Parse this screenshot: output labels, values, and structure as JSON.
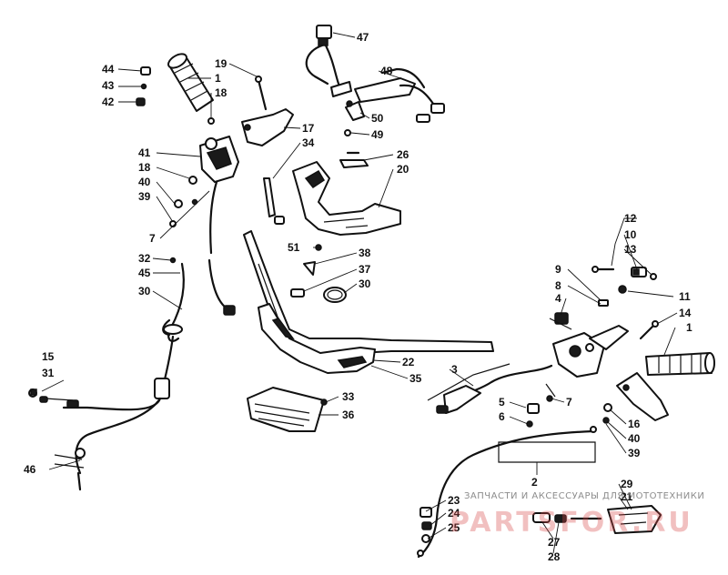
{
  "labels": {
    "l1a": "1",
    "l1b": "1",
    "l2": "2",
    "l3": "3",
    "l4": "4",
    "l5": "5",
    "l6": "6",
    "l7a": "7",
    "l7b": "7",
    "l8": "8",
    "l9": "9",
    "l10": "10",
    "l11": "11",
    "l12": "12",
    "l13": "13",
    "l14": "14",
    "l15": "15",
    "l16": "16",
    "l17": "17",
    "l18a": "18",
    "l18b": "18",
    "l19": "19",
    "l20": "20",
    "l21": "21",
    "l22": "22",
    "l23": "23",
    "l24": "24",
    "l25": "25",
    "l26": "26",
    "l27": "27",
    "l28": "28",
    "l29": "29",
    "l30a": "30",
    "l30b": "30",
    "l31": "31",
    "l32": "32",
    "l33": "33",
    "l34": "34",
    "l35": "35",
    "l36": "36",
    "l37": "37",
    "l38": "38",
    "l39a": "39",
    "l39b": "39",
    "l40a": "40",
    "l40b": "40",
    "l41": "41",
    "l42": "42",
    "l43": "43",
    "l44": "44",
    "l45": "45",
    "l46": "46",
    "l47": "47",
    "l48": "48",
    "l49": "49",
    "l50": "50",
    "l51": "51"
  },
  "watermark": {
    "line1": "ЗАПЧАСТИ И АКСЕССУАРЫ ДЛЯ МОТОТЕХНИКИ",
    "line2": "PARTSFOR.RU"
  }
}
